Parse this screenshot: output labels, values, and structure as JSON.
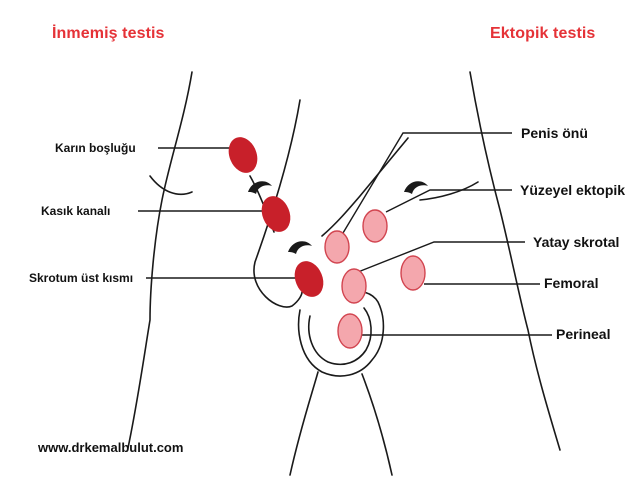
{
  "titles": {
    "left": "İnmemiş testis",
    "right": "Ektopik testis"
  },
  "left_labels": [
    "Karın boşluğu",
    "Kasık kanalı",
    "Skrotum üst kısmı"
  ],
  "right_labels": [
    "Penis önü",
    "Yüzeyel ektopik",
    "Yatay skrotal",
    "Femoral",
    "Perineal"
  ],
  "footer": {
    "website": "www.drkemalbulut.com"
  },
  "colors": {
    "title": "#e53237",
    "undescended_testis": "#c8202a",
    "ectopic_testis": "#f4a7ad",
    "ectopic_testis_stroke": "#d24550",
    "outline": "#1a1a1a"
  }
}
